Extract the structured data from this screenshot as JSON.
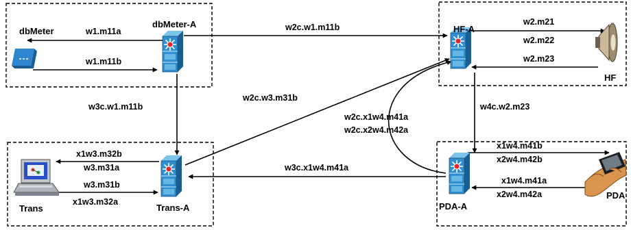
{
  "nodes": {
    "dbmeter": "dbMeter",
    "dbmeter_a": "dbMeter-A",
    "hf_a": "HF-A",
    "hf": "HF",
    "trans": "Trans",
    "trans_a": "Trans-A",
    "pda_a": "PDA-A",
    "pda": "PDA"
  },
  "links": {
    "w1_m11a": "w1.m11a",
    "w1_m11b": "w1.m11b",
    "w2c_w1_m11b": "w2c.w1.m11b",
    "w2_m21": "w2.m21",
    "w2_m22": "w2.m22",
    "w2_m23": "w2.m23",
    "w3c_w1_m11b": "w3c.w1.m11b",
    "w2c_w3_m31b": "w2c.w3.m31b",
    "w2c_x1w4_m41a": "w2c.x1w4.m41a",
    "w2c_x2w4_m42a": "w2c.x2w4.m42a",
    "w4c_w2_m23": "w4c.w2.m23",
    "x1w3_m32b": "x1w3.m32b",
    "w3_m31a": "w3.m31a",
    "w3_m31b": "w3.m31b",
    "x1w3_m32a": "x1w3.m32a",
    "w3c_x1w4_m41a": "w3c.x1w4.m41a",
    "x1w4_m41b": "x1w4.m41b",
    "x2w4_m42b": "x2w4.m42b",
    "x1w4_m41a": "x1w4.m41a",
    "x2w4_m42a": "x2w4.m42a"
  },
  "colors": {
    "switch_body": "#2f8fd0",
    "switch_light": "#8fd0f2",
    "switch_core": "#e8242a",
    "line": "#000000"
  },
  "icons": {
    "switch": "multilayer-switch-icon",
    "meter": "meter-device-icon",
    "speaker": "speaker-icon",
    "workstation": "workstation-icon",
    "pda": "pda-hand-icon"
  }
}
